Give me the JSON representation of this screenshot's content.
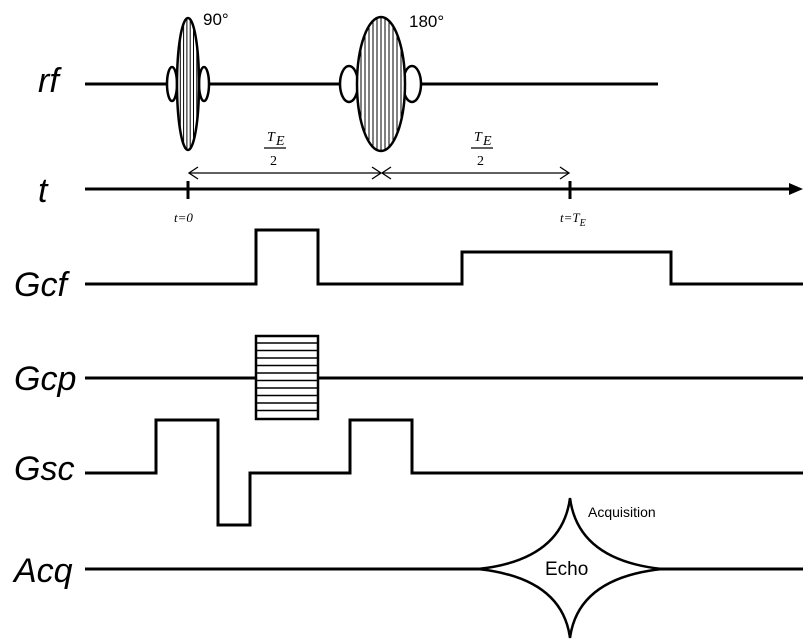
{
  "labels": {
    "rf": "rf",
    "t": "t",
    "gcf": "Gcf",
    "gcp": "Gcp",
    "gsc": "Gsc",
    "acq": "Acq"
  },
  "rf": {
    "pulse_90": "90°",
    "pulse_180": "180°"
  },
  "timing": {
    "t0": "t=0",
    "te_prefix": "t=T",
    "te_sub": "E",
    "half_te_num": "T",
    "half_te_sub": "E",
    "half_te_den": "2"
  },
  "acquisition": {
    "title": "Acquisition",
    "echo": "Echo"
  }
}
